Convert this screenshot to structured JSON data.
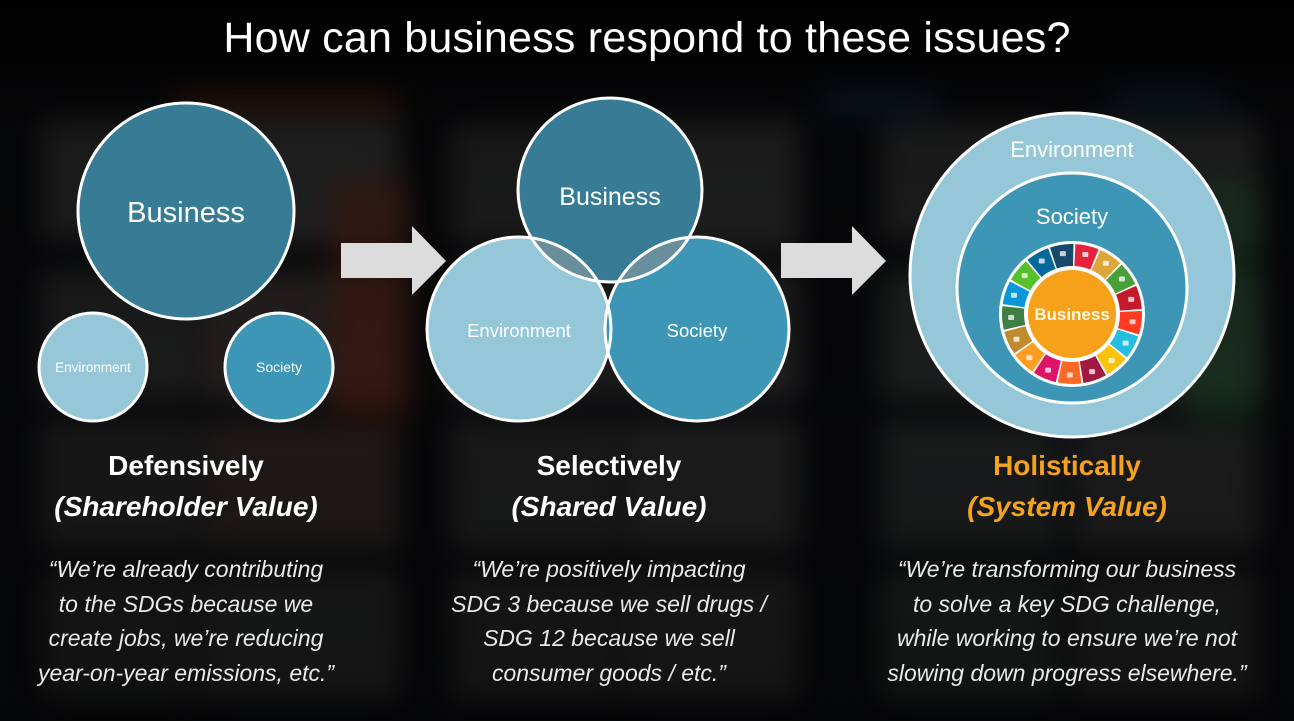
{
  "title": "How can business respond to these issues?",
  "colors": {
    "business_dark": "#377c94",
    "society_mid": "#3e96b6",
    "environment_light": "#95c7d8",
    "overlap_grey": "#6a8f9c",
    "business_core_orange": "#f7a019",
    "arrow_grey": "#dcdcdc",
    "accent_orange": "#f5a21c"
  },
  "panels": [
    {
      "id": "defensive",
      "circles": {
        "business": "Business",
        "environment": "Environment",
        "society": "Society"
      },
      "heading": "Defensively",
      "subheading": "(Shareholder Value)",
      "quote": "“We’re already contributing\nto the SDGs because we\ncreate jobs, we’re reducing\nyear-on-year emissions, etc.”"
    },
    {
      "id": "selective",
      "circles": {
        "business": "Business",
        "environment": "Environment",
        "society": "Society"
      },
      "heading": "Selectively",
      "subheading": "(Shared Value)",
      "quote": "“We’re positively impacting\nSDG 3 because we sell drugs /\nSDG 12 because we sell\nconsumer goods / etc.”"
    },
    {
      "id": "holistic",
      "circles": {
        "environment": "Environment",
        "society": "Society",
        "business": "Business"
      },
      "heading": "Holistically",
      "subheading": "(System Value)",
      "quote": "“We’re transforming our business\nto solve a key SDG challenge,\nwhile working to ensure we’re not\nslowing down progress elsewhere.”"
    }
  ],
  "arrows": [
    {
      "icon": "right-arrow-icon",
      "from": "defensive",
      "to": "selective"
    },
    {
      "icon": "right-arrow-icon",
      "from": "selective",
      "to": "holistic"
    }
  ],
  "sdg_wheel": {
    "segments": [
      {
        "goal": 1,
        "color": "#E5243B"
      },
      {
        "goal": 2,
        "color": "#DDA63A"
      },
      {
        "goal": 3,
        "color": "#4C9F38"
      },
      {
        "goal": 4,
        "color": "#C5192D"
      },
      {
        "goal": 5,
        "color": "#FF3A21"
      },
      {
        "goal": 6,
        "color": "#26BDE2"
      },
      {
        "goal": 7,
        "color": "#FCC30B"
      },
      {
        "goal": 8,
        "color": "#A21942"
      },
      {
        "goal": 9,
        "color": "#FD6925"
      },
      {
        "goal": 10,
        "color": "#DD1367"
      },
      {
        "goal": 11,
        "color": "#FD9D24"
      },
      {
        "goal": 12,
        "color": "#BF8B2E"
      },
      {
        "goal": 13,
        "color": "#3F7E44"
      },
      {
        "goal": 14,
        "color": "#0A97D9"
      },
      {
        "goal": 15,
        "color": "#56C02B"
      },
      {
        "goal": 16,
        "color": "#00689D"
      },
      {
        "goal": 17,
        "color": "#19486A"
      }
    ]
  }
}
